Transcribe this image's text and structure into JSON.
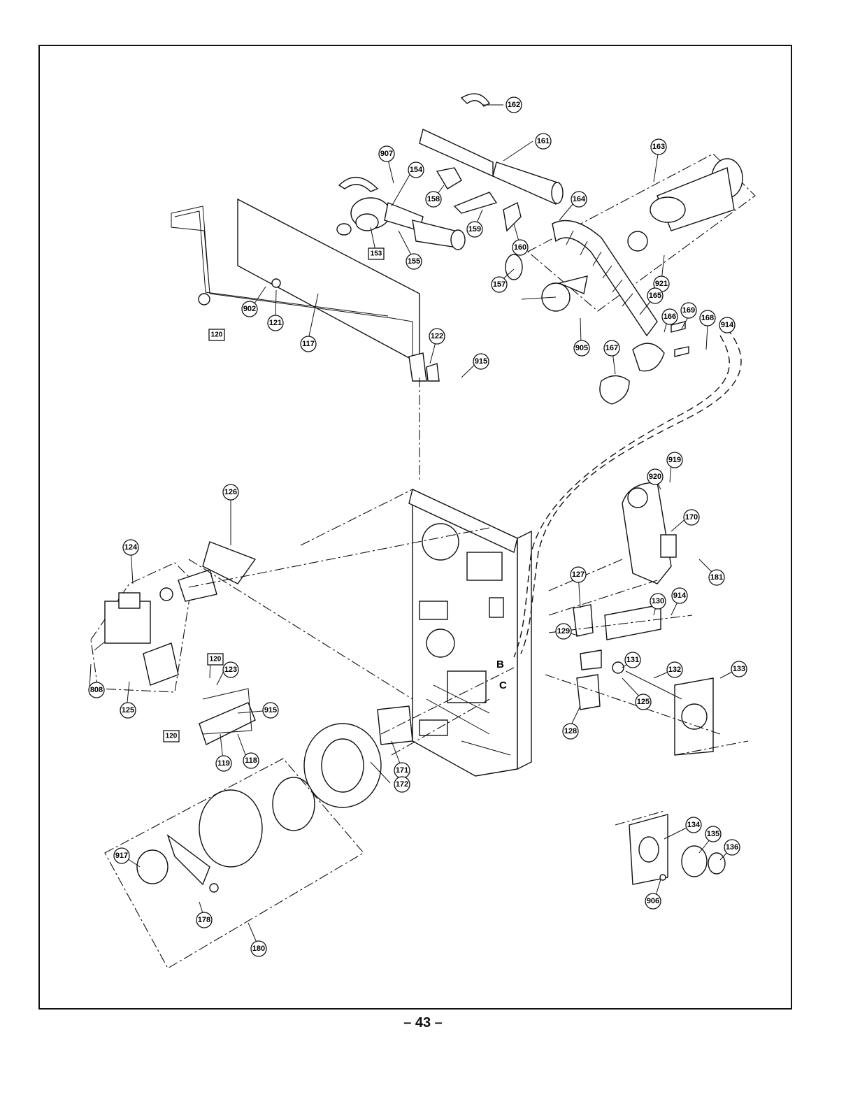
{
  "page_number": "– 43 –",
  "callouts": [
    "162",
    "161",
    "163",
    "907",
    "154",
    "158",
    "159",
    "160",
    "164",
    "153",
    "155",
    "921",
    "902",
    "121",
    "117",
    "120",
    "157",
    "165",
    "166",
    "169",
    "168",
    "914",
    "905",
    "167",
    "122",
    "915",
    "919",
    "920",
    "126",
    "170",
    "124",
    "181",
    "127",
    "130",
    "914",
    "129",
    "131",
    "808",
    "120",
    "123",
    "125",
    "132",
    "133",
    "915",
    "125",
    "128",
    "120",
    "118",
    "119",
    "171",
    "172",
    "134",
    "135",
    "136",
    "917",
    "906",
    "178",
    "180"
  ],
  "letters": [
    "B",
    "C"
  ]
}
